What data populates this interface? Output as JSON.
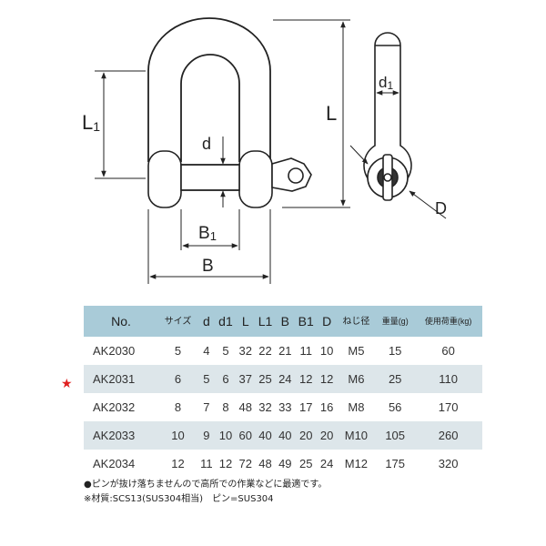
{
  "drawing": {
    "labels": {
      "L1": "L1",
      "L": "L",
      "d": "d",
      "B1": "B1",
      "B": "B",
      "d1": "d1",
      "D": "D"
    }
  },
  "table": {
    "headers": [
      "No.",
      "サイズ",
      "d",
      "d1",
      "L",
      "L1",
      "B",
      "B1",
      "D",
      "ねじ径",
      "重量(g)",
      "使用荷重(kg)"
    ],
    "rows": [
      [
        "AK2030",
        "5",
        "4",
        "5",
        "32",
        "22",
        "21",
        "11",
        "10",
        "M5",
        "15",
        "60"
      ],
      [
        "AK2031",
        "6",
        "5",
        "6",
        "37",
        "25",
        "24",
        "12",
        "12",
        "M6",
        "25",
        "110"
      ],
      [
        "AK2032",
        "8",
        "7",
        "8",
        "48",
        "32",
        "33",
        "17",
        "16",
        "M8",
        "56",
        "170"
      ],
      [
        "AK2033",
        "10",
        "9",
        "10",
        "60",
        "40",
        "40",
        "20",
        "20",
        "M10",
        "105",
        "260"
      ],
      [
        "AK2034",
        "12",
        "11",
        "12",
        "72",
        "48",
        "49",
        "25",
        "24",
        "M12",
        "175",
        "320"
      ]
    ],
    "highlight_marker": "★"
  },
  "notes": [
    "●ピンが抜け落ちませんので高所での作業などに最適です。",
    "※材質:SCS13(SUS304相当)　ピン=SUS304"
  ],
  "colors": {
    "header_bg": "#a9cbd8",
    "alt_row_bg": "#dde6ea",
    "star": "#e02020"
  }
}
